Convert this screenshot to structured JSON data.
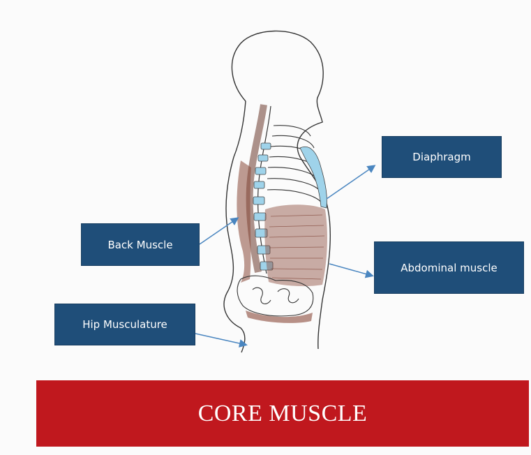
{
  "labels": {
    "diaphragm": "Diaphragm",
    "back_muscle": "Back Muscle",
    "abdominal_muscle": "Abdominal muscle",
    "hip_musculature": "Hip Musculature"
  },
  "banner": {
    "title": "CORE MUSCLE"
  },
  "colors": {
    "label_box": "#1f4e79",
    "banner": "#c0181e",
    "diaphragm_fill": "#9fd3ea",
    "muscle_brown": "#8a4a3a",
    "arrow": "#4a86c0",
    "outline": "#333333"
  }
}
